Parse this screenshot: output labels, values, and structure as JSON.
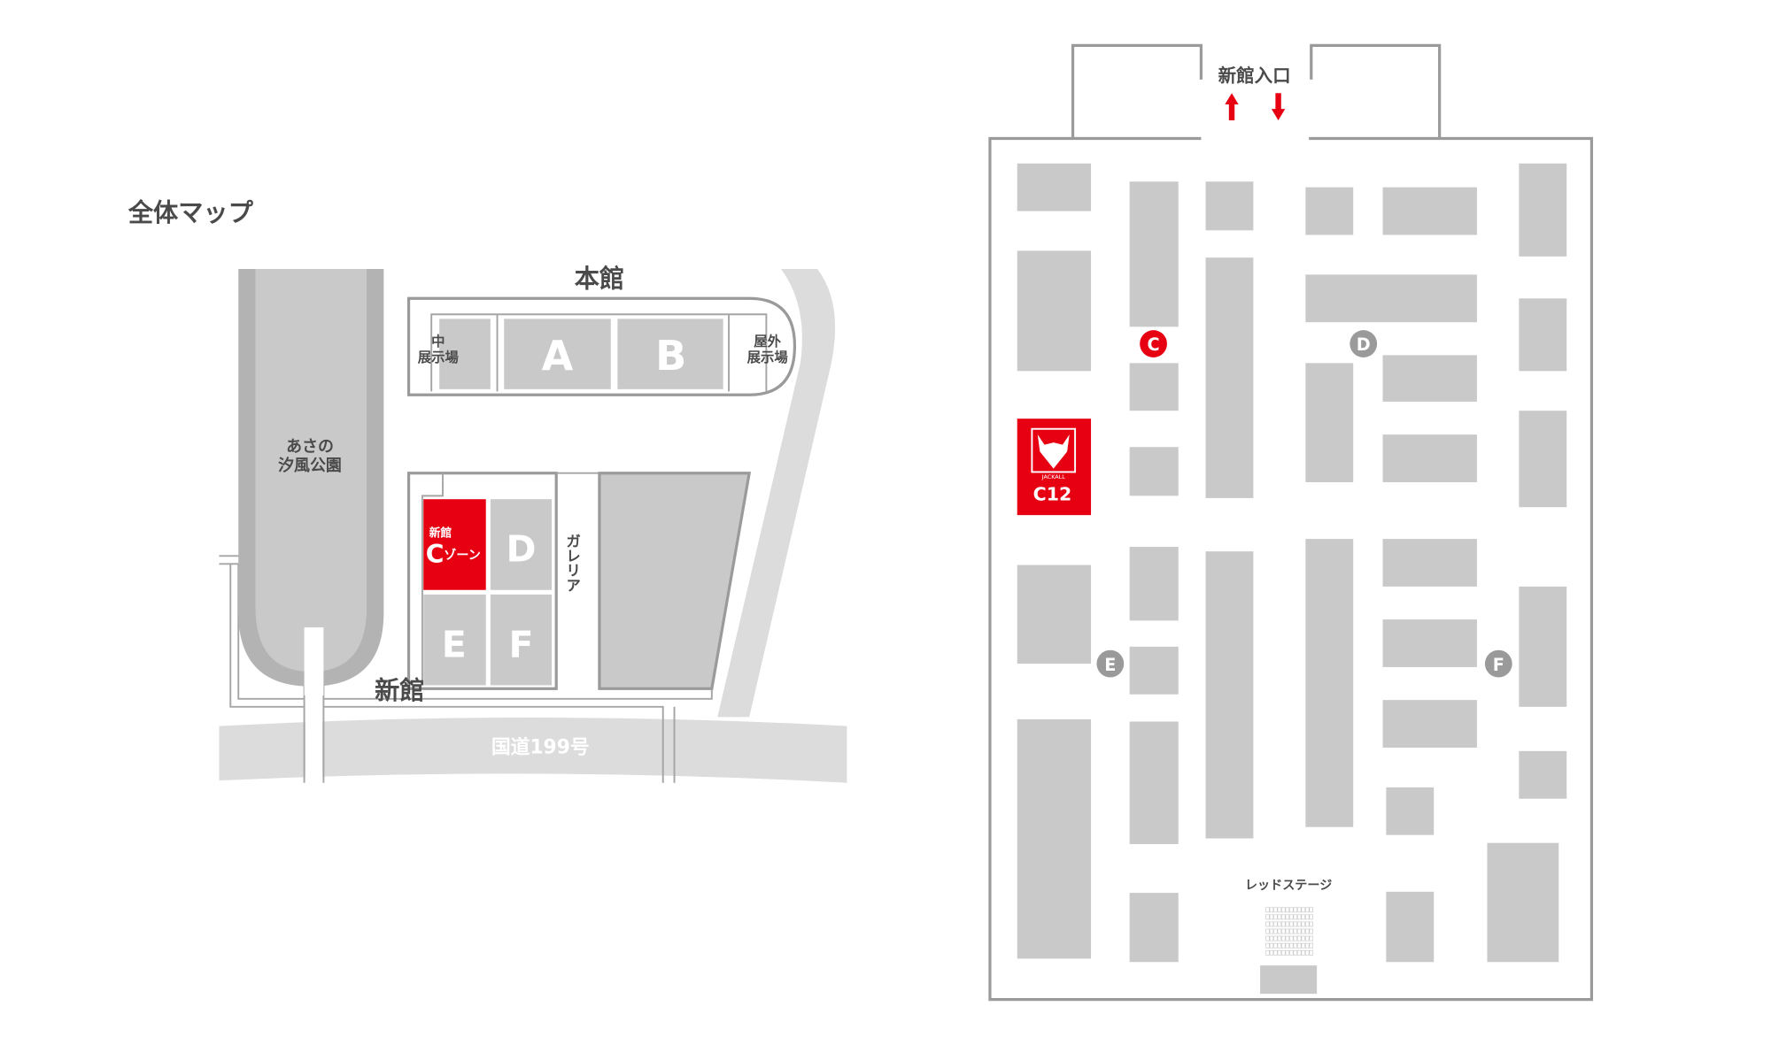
{
  "overview": {
    "title": "全体マップ",
    "park_label_1": "あさの",
    "park_label_2": "汐風公園",
    "main_hall": {
      "title": "本館",
      "middle_hall_1": "中",
      "middle_hall_2": "展示場",
      "zone_a": "A",
      "zone_b": "B",
      "outdoor_1": "屋外",
      "outdoor_2": "展示場"
    },
    "new_hall": {
      "title": "新館",
      "zone_c_small": "新館",
      "zone_c_letter": "C",
      "zone_c_suffix": "ゾーン",
      "zone_d": "D",
      "zone_e": "E",
      "zone_f": "F"
    },
    "galleria": "ガレリア",
    "road": "国道199号"
  },
  "floor": {
    "entrance": "新館入口",
    "booth_label": "C12",
    "brand": "JACKALL",
    "stage": "レッドステージ",
    "markers": {
      "c": "C",
      "d": "D",
      "e": "E",
      "f": "F"
    }
  },
  "colors": {
    "accent": "#e60012",
    "booth": "#c9c9c9",
    "wall": "#9a9a9a",
    "road": "#dcdcdc"
  }
}
